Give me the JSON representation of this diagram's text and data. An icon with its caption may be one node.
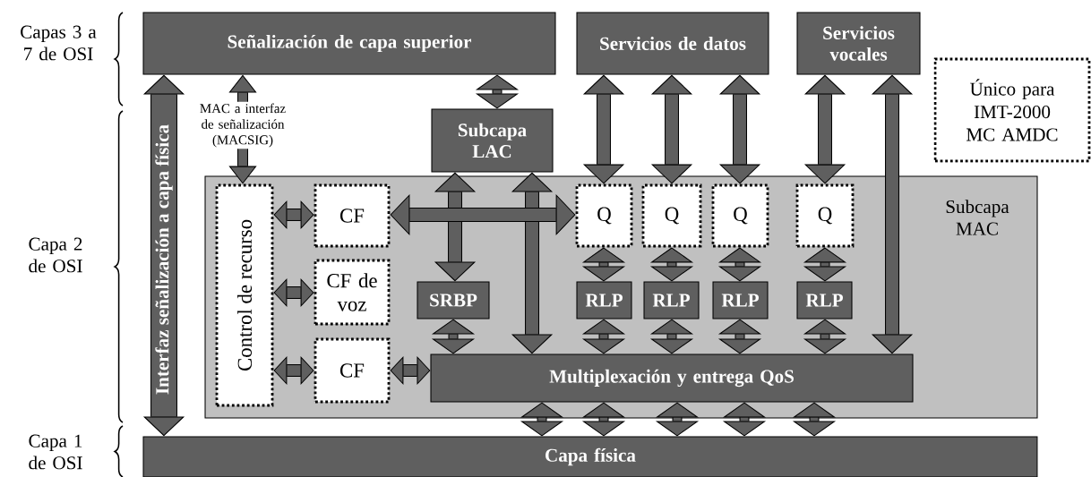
{
  "diagram": {
    "nodes": [
      {
        "text": [
          "Señalización de capa superior"
        ]
      },
      {
        "text": [
          "Servicios de datos"
        ]
      },
      {
        "text": [
          "Servicios vocales"
        ]
      },
      {
        "text": [
          "Único para IMT-2000 MC AMDC"
        ]
      },
      {
        "text": [
          "Subcapa MAC"
        ]
      },
      {
        "text": [
          "Subcapa LAC"
        ]
      },
      {
        "text": [
          "Control de recurso"
        ],
        "in": 4
      },
      {
        "text": [
          "CF"
        ],
        "in": 4
      },
      {
        "text": [
          "CF de voz"
        ],
        "in": 4
      },
      {
        "text": [
          "CF"
        ],
        "in": 4
      },
      {
        "text": [
          "Q"
        ],
        "in": 4
      },
      {
        "text": [
          "Q"
        ],
        "in": 4
      },
      {
        "text": [
          "Q"
        ],
        "in": 4
      },
      {
        "text": [
          "Q"
        ],
        "in": 4
      },
      {
        "text": [
          "SRBP"
        ],
        "in": 4
      },
      {
        "text": [
          "RLP"
        ],
        "in": 4
      },
      {
        "text": [
          "RLP"
        ],
        "in": 4
      },
      {
        "text": [
          "RLP"
        ],
        "in": 4
      },
      {
        "text": [
          "RLP"
        ],
        "in": 4
      },
      {
        "text": [
          "Multiplexación y entrega QoS"
        ],
        "in": 4
      },
      {
        "text": [
          "Capa física"
        ]
      }
    ],
    "edges": [
      {
        "from": 20,
        "to": 0,
        "arrow": "both",
        "label": "Interfaz señalización a capa física",
        "style": "thick"
      },
      {
        "from": 0,
        "to": 6,
        "arrow": "both",
        "label": "MAC a interfaz de señalización (MACSIG)"
      },
      {
        "from": 0,
        "to": 5,
        "arrow": "both"
      },
      {
        "from": 1,
        "to": 10,
        "arrow": "both"
      },
      {
        "from": 1,
        "to": 11,
        "arrow": "both"
      },
      {
        "from": 1,
        "to": 12,
        "arrow": "both"
      },
      {
        "from": 2,
        "to": 13,
        "arrow": "both"
      },
      {
        "from": 2,
        "to": 19,
        "arrow": "both"
      },
      {
        "from": 5,
        "to": 14,
        "arrow": "both"
      },
      {
        "from": 5,
        "to": 19,
        "arrow": "both"
      },
      {
        "from": 7,
        "to": 10,
        "arrow": "both"
      },
      {
        "from": 6,
        "to": 7,
        "arrow": "both"
      },
      {
        "from": 6,
        "to": 8,
        "arrow": "both"
      },
      {
        "from": 6,
        "to": 9,
        "arrow": "both"
      },
      {
        "from": 9,
        "to": 19,
        "arrow": "both"
      },
      {
        "from": 10,
        "to": 15,
        "arrow": "both"
      },
      {
        "from": 11,
        "to": 16,
        "arrow": "both"
      },
      {
        "from": 12,
        "to": 17,
        "arrow": "both"
      },
      {
        "from": 13,
        "to": 18,
        "arrow": "both"
      },
      {
        "from": 14,
        "to": 19,
        "arrow": "both"
      },
      {
        "from": 15,
        "to": 19,
        "arrow": "both"
      },
      {
        "from": 16,
        "to": 19,
        "arrow": "both"
      },
      {
        "from": 17,
        "to": 19,
        "arrow": "both"
      },
      {
        "from": 18,
        "to": 19,
        "arrow": "both"
      },
      {
        "from": 19,
        "to": 20,
        "arrow": "both"
      },
      {
        "from": 19,
        "to": 20,
        "arrow": "both"
      },
      {
        "from": 19,
        "to": 20,
        "arrow": "both"
      },
      {
        "from": 19,
        "to": 20,
        "arrow": "both"
      },
      {
        "from": 19,
        "to": 20,
        "arrow": "both"
      }
    ],
    "labels": [
      "Capas 3 a 7 de OSI",
      "Capa 2 de OSI",
      "Capa 1 de OSI"
    ]
  }
}
